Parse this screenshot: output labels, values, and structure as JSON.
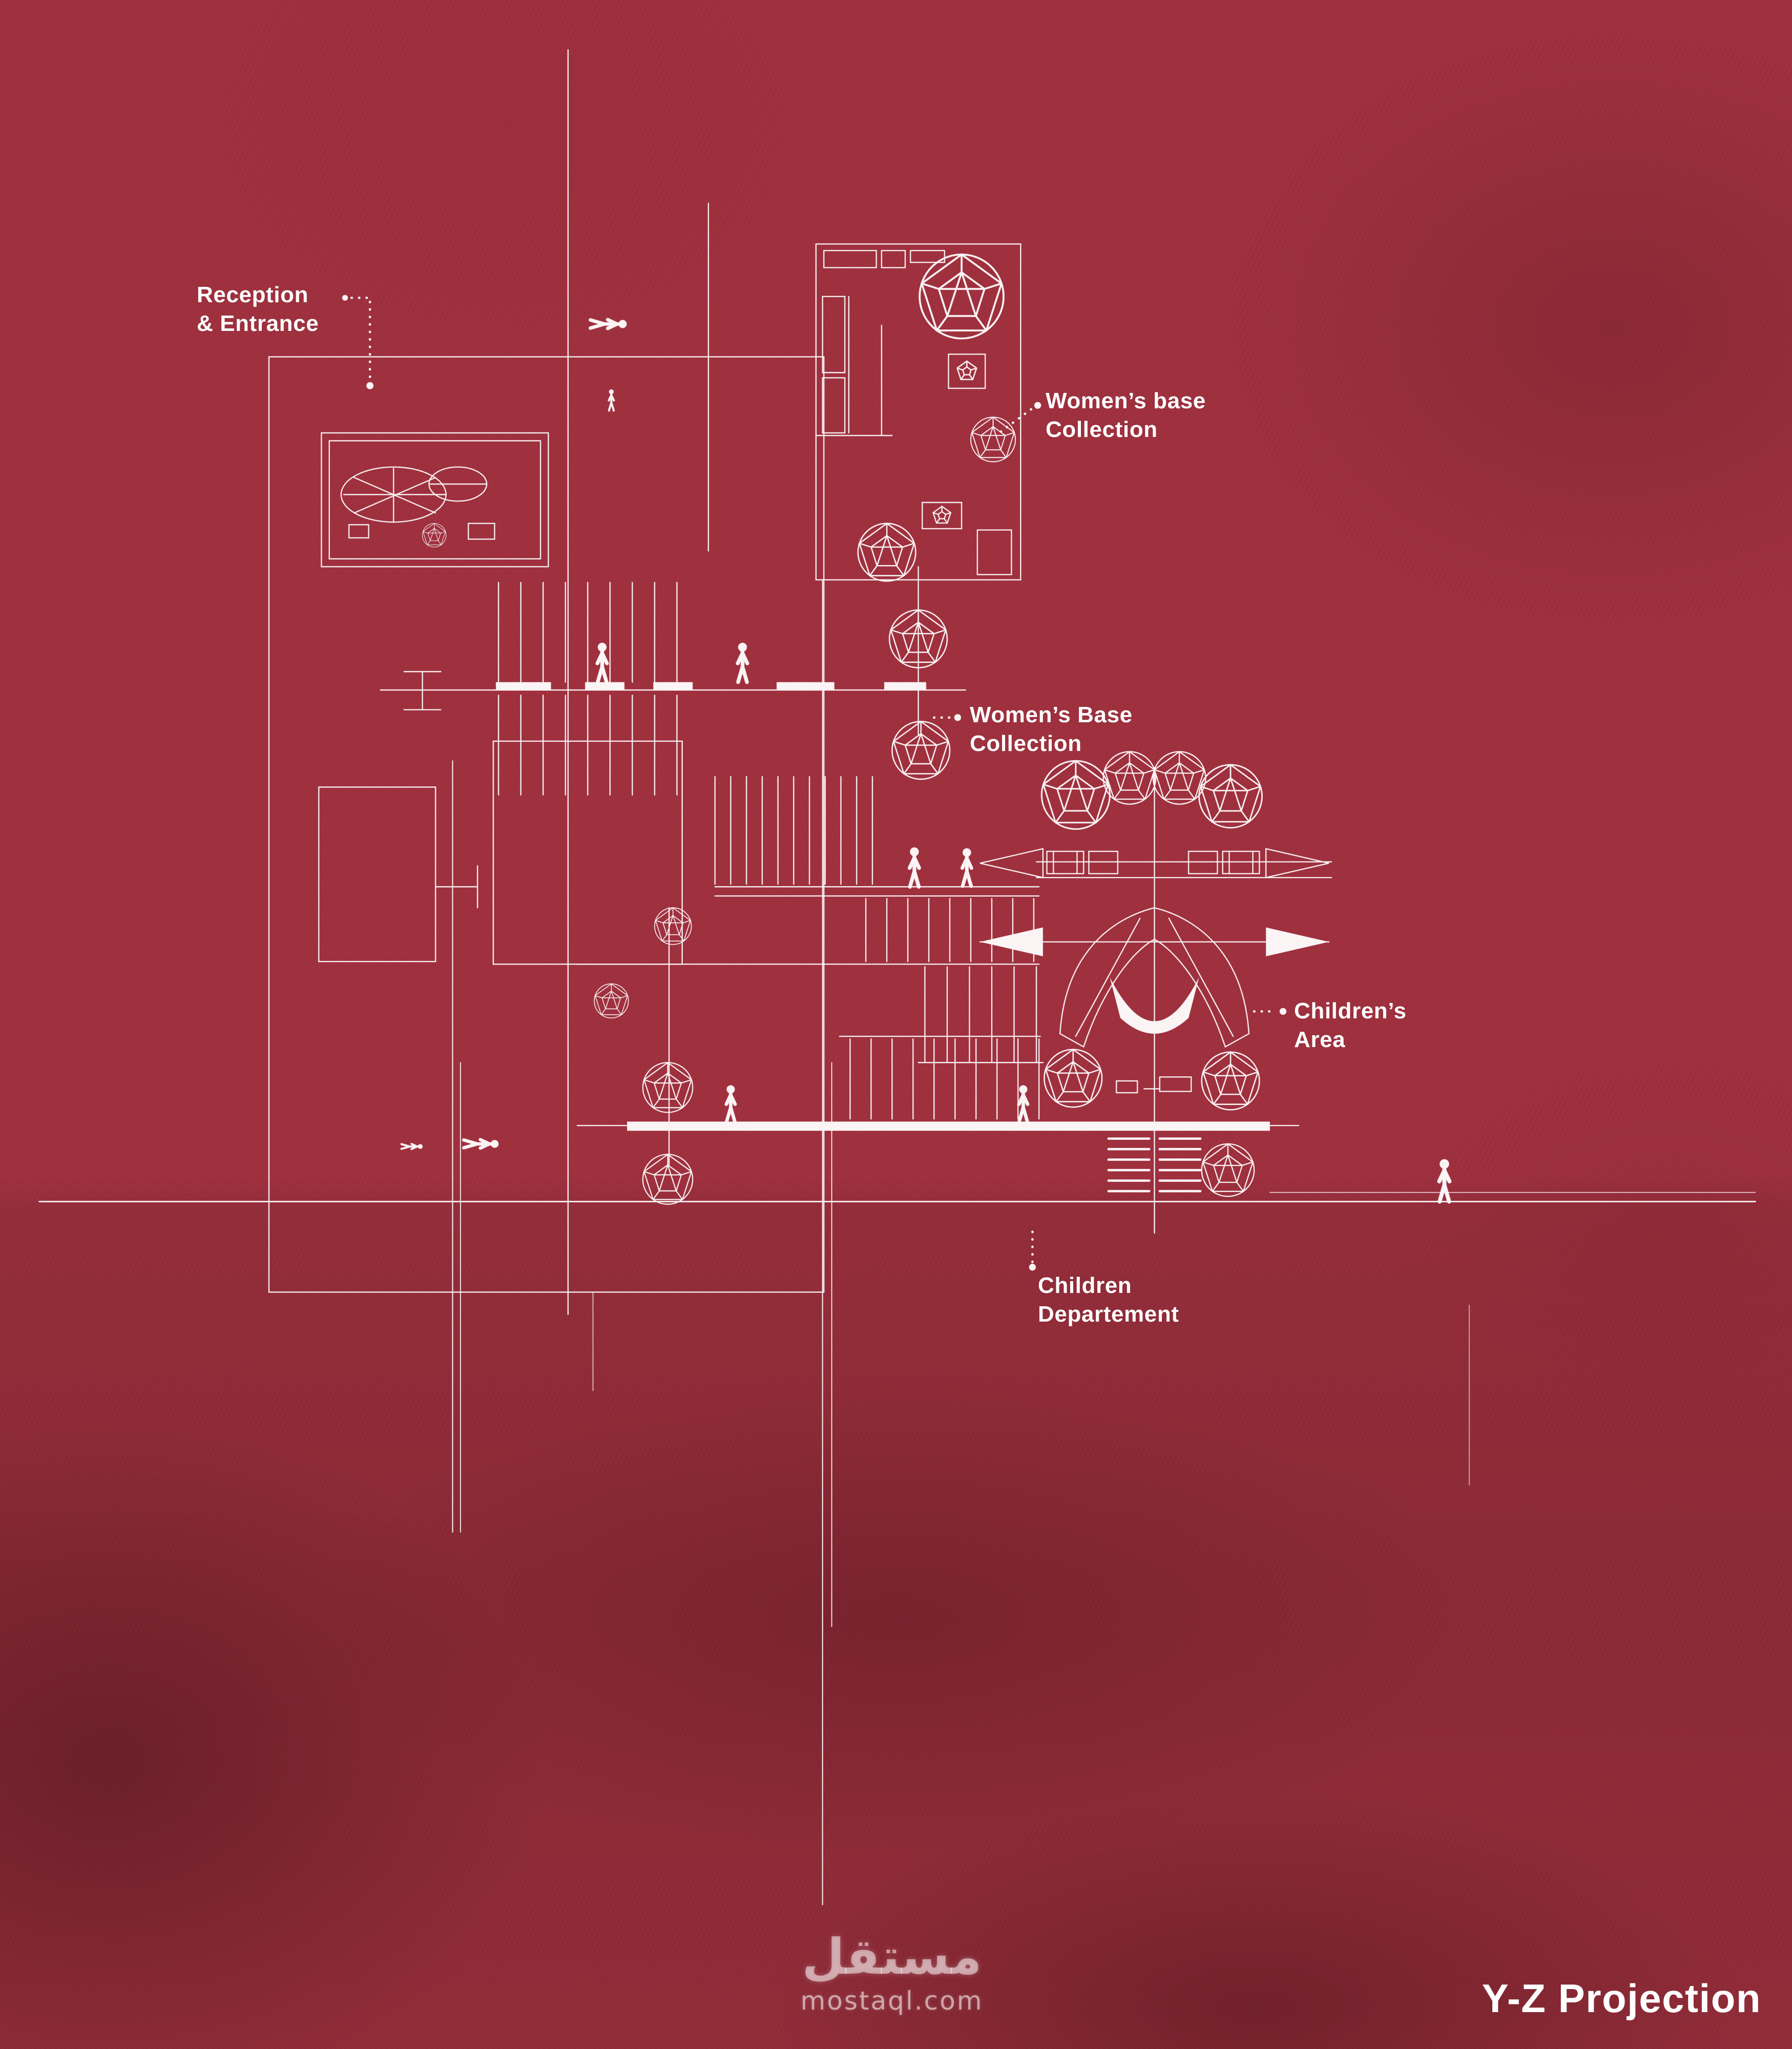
{
  "page": {
    "background_color": "#9E2F3D",
    "line_color": "#FFFFFF",
    "projection_label": "Y-Z Projection"
  },
  "annotations": {
    "reception": {
      "line1": "Reception",
      "line2": "& Entrance"
    },
    "womens_base_top": {
      "line1": "Women’s base",
      "line2": "Collection"
    },
    "womens_base_mid": {
      "line1": "Women’s Base",
      "line2": "Collection"
    },
    "childrens_area": {
      "line1": "Children’s",
      "line2": "Area"
    },
    "children_department": {
      "line1": "Children",
      "line2": "Departement"
    }
  },
  "watermark": {
    "arabic": "مستقل",
    "domain": "mostaql.com"
  }
}
